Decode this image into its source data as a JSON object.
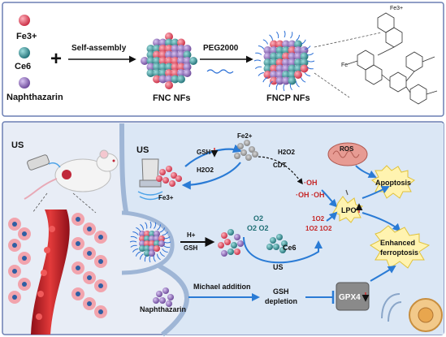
{
  "top_panel": {
    "legend": {
      "fe3": "Fe3+",
      "ce6": "Ce6",
      "naph": "Naphthazarin"
    },
    "step1_label": "Self-assembly",
    "product1_label": "FNC NFs",
    "step2_label": "PEG2000",
    "product2_label": "FNCP NFs",
    "struct_fe": "Fe3+",
    "struct_fe_left": "Fe",
    "colors": {
      "fe": "#e0435a",
      "ce6": "#2f8f8f",
      "naph": "#8a64b8",
      "panel_border": "#6c7fb3",
      "bottom_bg": "#e8edf6"
    }
  },
  "bottom_panel": {
    "us_left": "US",
    "us_cell": "US",
    "fe3_cell": "Fe3+",
    "gsh_top": "GSH",
    "h2o2_top": "H2O2",
    "fe2": "Fe2+",
    "h2o2_cdt": "H2O2",
    "cdt": "CDT",
    "oh1": "·OH",
    "oh2": "·OH ·OH",
    "ros": "ROS",
    "lpo": "LPO",
    "apoptosis": "Apoptosis",
    "enhanced": "Enhanced",
    "ferroptosis": "ferroptosis",
    "h_plus": "H+",
    "gsh_mid": "GSH",
    "o2_top": "O2",
    "o2_bottom": "O2 O2",
    "so2_top": "1O2",
    "so2_bottom": "1O2 1O2",
    "ce6": "Ce6",
    "us_bottom": "US",
    "naphthazarin": "Naphthazarin",
    "michael": "Michael addition",
    "gsh_dep1": "GSH",
    "gsh_dep2": "depletion",
    "gpx4": "GPX4"
  }
}
